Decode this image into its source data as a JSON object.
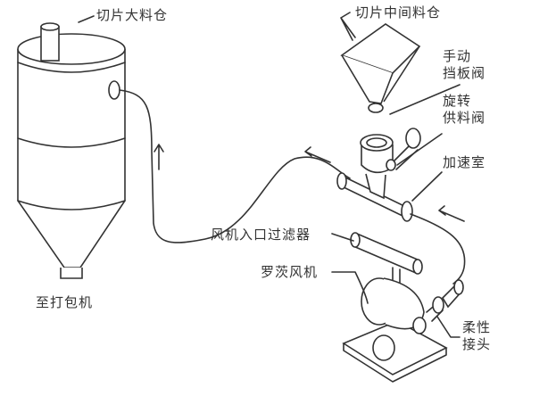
{
  "labels": {
    "big_silo": "切片大料仓",
    "to_packer": "至打包机",
    "mid_silo": "切片中间料仓",
    "manual_valve_1": "手动",
    "manual_valve_2": "挡板阀",
    "rotary_valve_1": "旋转",
    "rotary_valve_2": "供料阀",
    "accel_chamber": "加速室",
    "blower_filter": "风机入口过滤器",
    "roots_blower": "罗茨风机",
    "flex_joint_1": "柔性",
    "flex_joint_2": "接头"
  }
}
